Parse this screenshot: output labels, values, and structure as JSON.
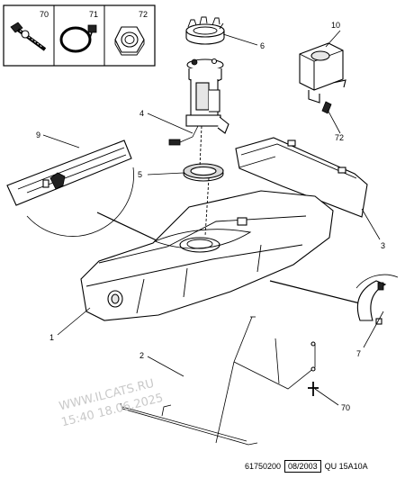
{
  "legend": [
    {
      "ref": "70",
      "icon": "bolt-icon"
    },
    {
      "ref": "71",
      "icon": "hose-clamp-icon"
    },
    {
      "ref": "72",
      "icon": "hex-nut-icon"
    }
  ],
  "callouts": {
    "c10": "10",
    "c6": "6",
    "c4": "4",
    "c72b": "72",
    "c9": "9",
    "c5": "5",
    "c3": "3",
    "c1": "1",
    "c7": "7",
    "c2": "2",
    "c70b": "70"
  },
  "watermark": {
    "line1": "WWW.ILCATS.RU",
    "line2": "15:40 18.06.2025"
  },
  "footer": {
    "code": "61750200",
    "date": "08/2003",
    "ref": "QU 15A10A"
  }
}
